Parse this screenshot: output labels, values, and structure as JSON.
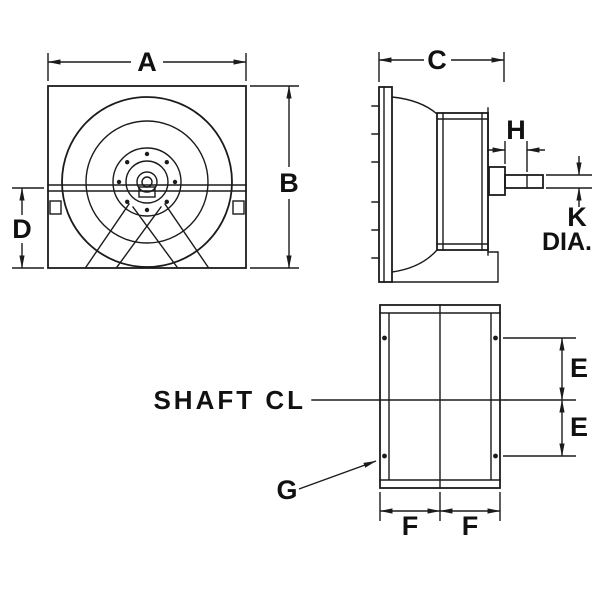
{
  "front_view": {
    "dim_a": "A",
    "dim_b": "B",
    "dim_d": "D"
  },
  "side_view": {
    "dim_c": "C",
    "dim_h": "H",
    "dim_k": "K",
    "dia_suffix": "DIA."
  },
  "bottom_view": {
    "shaft_cl": "SHAFT CL",
    "dim_e_upper": "E",
    "dim_e_lower": "E",
    "dim_f_left": "F",
    "dim_f_right": "F",
    "dim_g": "G"
  },
  "colors": {
    "line": "#1b1b1b",
    "text": "#111111",
    "background": "#ffffff"
  }
}
